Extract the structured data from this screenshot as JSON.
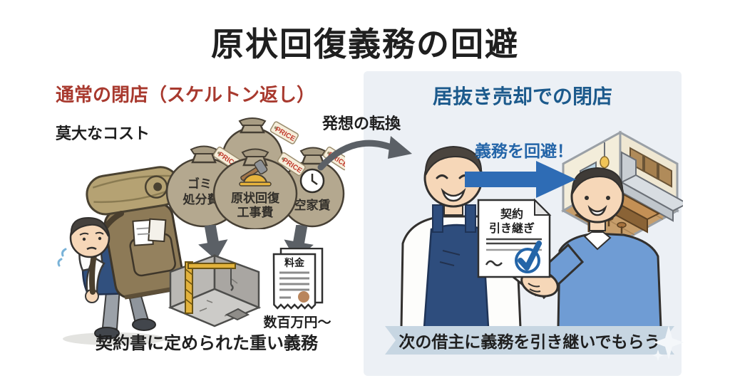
{
  "title": "原状回復義務の回避",
  "colors": {
    "title_text": "#1f1f1f",
    "left_heading_red": "#a8392e",
    "right_heading_blue": "#1c5a8c",
    "avoid_text_blue": "#2465a8",
    "arrow_blue": "#2e6cb5",
    "panel_bg": "#ecf0f5",
    "ribbon_bg": "#c7d6e2",
    "price_tag_text": "#c23b2e",
    "money_bag": "#b4a88f",
    "transition_arrow_gray": "#5b6066",
    "helmet_yellow": "#e7b33c",
    "apron_navy": "#2e4d7d",
    "sweater_blue": "#6f9cd4"
  },
  "left_section": {
    "heading": "通常の閉店（スケルトン返し）",
    "cost_label": "莫大なコスト",
    "bags": [
      {
        "line1": "ゴミ",
        "line2": "処分費",
        "tag": "PRICE"
      },
      {
        "line1": "原状回復",
        "line2": "工事費",
        "tag": "PRICE"
      },
      {
        "line1": "空家賃",
        "tag": "PRICE"
      }
    ],
    "back_bag_tag": "PRICE",
    "invoice_title": "料金",
    "invoice_amount": "数百万円〜",
    "caption": "契約書に定められた重い義務"
  },
  "transition_label": "発想の転換",
  "right_section": {
    "heading": "居抜き売却での閉店",
    "avoid_label": "義務を回避！",
    "contract_line1": "契約",
    "contract_line2": "引き継ぎ",
    "ribbon_caption": "次の借主に義務を引き継いでもらう"
  }
}
